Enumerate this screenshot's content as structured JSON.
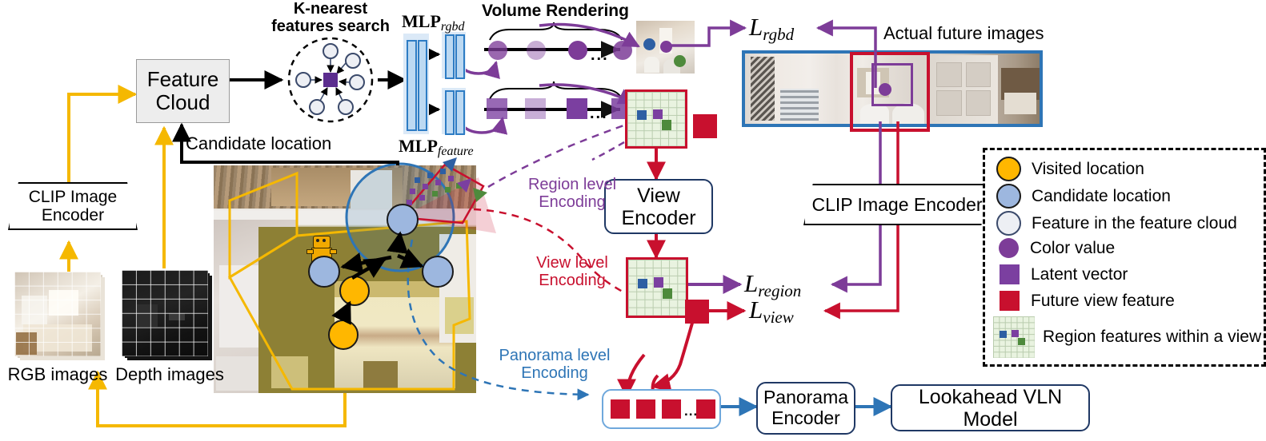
{
  "diagram": {
    "title_volume_rendering": "Volume Rendering",
    "title_knn": "K-nearest\nfeatures search"
  },
  "nodes": {
    "feature_cloud": "Feature\nCloud",
    "clip_encoder_left": "CLIP Image\nEncoder",
    "clip_encoder_right": "CLIP Image Encoder",
    "view_encoder": "View\nEncoder",
    "panorama_encoder": "Panorama\nEncoder",
    "lookahead_model": "Lookahead VLN Model"
  },
  "labels": {
    "candidate_location": "Candidate location",
    "mlp_rgbd": "MLP",
    "mlp_rgbd_sub": "rgbd",
    "mlp_feature": "MLP",
    "mlp_feature_sub": "feature",
    "rgb_images": "RGB images",
    "depth_images": "Depth images",
    "actual_future_images": "Actual future images",
    "region_level": "Region level\nEncoding",
    "view_level": "View level\nEncoding",
    "panorama_level": "Panorama level\nEncoding",
    "ellipsis": "..."
  },
  "losses": {
    "rgbd": "L",
    "rgbd_sub": "rgbd",
    "region": "L",
    "region_sub": "region",
    "view": "L",
    "view_sub": "view"
  },
  "legend": {
    "items": [
      {
        "label": "Visited location",
        "glyph": "circle",
        "color": "#FFB700"
      },
      {
        "label": "Candidate location",
        "glyph": "circle",
        "color": "#9DB7DF"
      },
      {
        "label": "Feature in the feature cloud",
        "glyph": "circle",
        "color": "#EDEFF4"
      },
      {
        "label": "Color value",
        "glyph": "circle",
        "color": "#7D3C98"
      },
      {
        "label": "Latent vector",
        "glyph": "square",
        "color": "#7B3FA0"
      },
      {
        "label": "Future view feature",
        "glyph": "square",
        "color": "#C8102E"
      },
      {
        "label": "Region features within a view",
        "glyph": "patch",
        "color": "#e9f3e0"
      }
    ]
  },
  "colors": {
    "yellow_flow": "#F5B800",
    "black_flow": "#000000",
    "purple_flow": "#7D3C98",
    "red_flow": "#C8102E",
    "blue_flow": "#2E75B6",
    "navy_outline": "#1f3864",
    "grey_box": "#ededed"
  },
  "volume_rendering": {
    "rgbd_samples": [
      {
        "shape": "circle",
        "opacity": 0.75
      },
      {
        "shape": "circle",
        "opacity": 0.45
      },
      {
        "shape": "circle",
        "opacity": 1.0
      },
      {
        "shape": "circle",
        "opacity": 0.8
      }
    ],
    "feature_samples": [
      {
        "shape": "square",
        "opacity": 0.75
      },
      {
        "shape": "square",
        "opacity": 0.45
      },
      {
        "shape": "square",
        "opacity": 1.0
      },
      {
        "shape": "square",
        "opacity": 0.8
      }
    ]
  },
  "knn": {
    "neighbor_count": 6,
    "center_glyph": "latent-vector-square"
  },
  "panorama_tokens": {
    "count": 4,
    "ellipsis_after": 3
  },
  "scene": {
    "visited_locations": 2,
    "candidate_locations": 3,
    "agent": "robot-icon"
  }
}
